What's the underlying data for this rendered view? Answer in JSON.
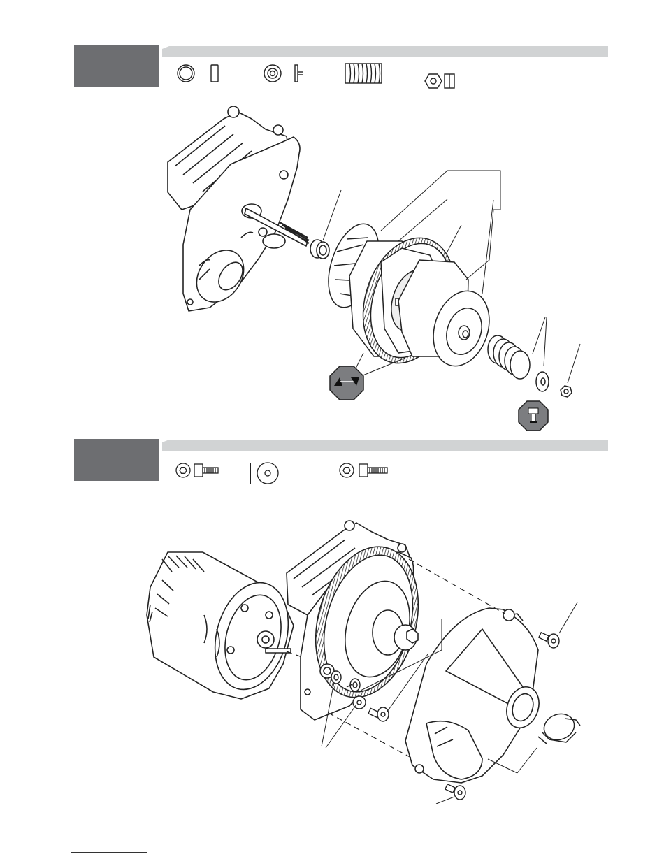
{
  "steps": [
    {
      "id": "step-1",
      "parts": [
        "washer",
        "bearing",
        "spring",
        "nut"
      ],
      "callouts": [
        "gear-shaft-bearing",
        "slipper-pads",
        "spur-gear",
        "slipper-plates",
        "springs-and-washer",
        "lock-nut",
        "adjust-gap-symbol",
        "tighten-symbol"
      ]
    },
    {
      "id": "step-2",
      "parts": [
        "cap-screw",
        "washer",
        "cap-screw-long"
      ],
      "callouts": [
        "motor",
        "transmission",
        "motor-screws",
        "spur-cover",
        "cover-screws",
        "cover-plug"
      ]
    }
  ],
  "colors": {
    "step_block": "#6d6e71",
    "step_bar": "#d1d3d4",
    "line": "#222222",
    "badge": "#7c7d80"
  }
}
